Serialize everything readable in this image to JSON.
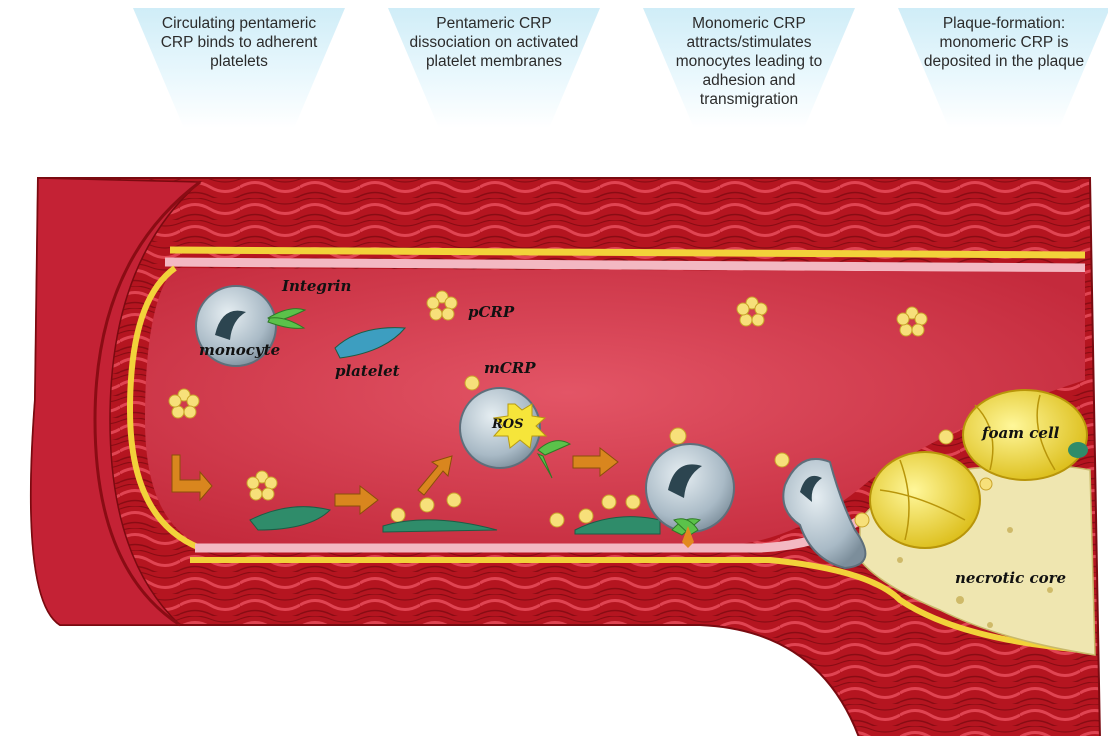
{
  "steps": [
    {
      "text": "Circulating pentameric CRP binds to adherent platelets"
    },
    {
      "text": "Pentameric CRP dissociation on activated platelet membranes"
    },
    {
      "text": "Monomeric CRP attracts/stimulates monocytes leading to adhesion and transmigration"
    },
    {
      "text": "Plaque-formation: monomeric CRP is deposited in the plaque"
    }
  ],
  "labels": {
    "integrin": "Integrin",
    "monocyte": "monocyte",
    "platelet": "platelet",
    "pcrp": "pCRP",
    "mcrp": "mCRP",
    "ros": "ROS",
    "foam_cell": "foam cell",
    "necrotic_core": "necrotic core"
  },
  "colors": {
    "vessel_wall": "#b8141e",
    "lumen": "#d63a4c",
    "intima_stripe": "#f2d23a",
    "crp": "#f7e07a",
    "platelet": "#2f8c6a",
    "monocyte": "#b9c9d4",
    "arrow": "#d9861e",
    "foam_cell": "#f0dc2a",
    "necrotic_core": "#efe6b0"
  }
}
